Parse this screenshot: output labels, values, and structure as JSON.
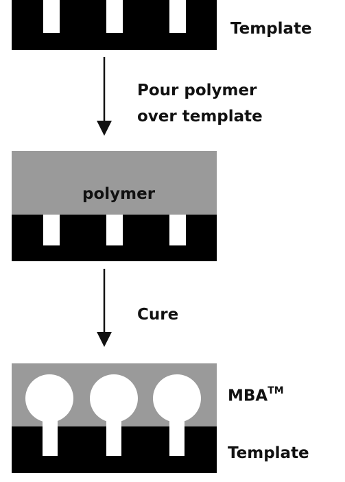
{
  "labels": {
    "template_top": "Template",
    "step1_line1": "Pour polymer",
    "step1_line2": "over template",
    "polymer": "polymer",
    "step2": "Cure",
    "product": "MBA",
    "product_superscript": "TM",
    "template_bottom": "Template"
  },
  "colors": {
    "template": "#000000",
    "polymer": "#9a9a9a",
    "cavity": "#ffffff",
    "arrow": "#111111",
    "text": "#111111"
  }
}
